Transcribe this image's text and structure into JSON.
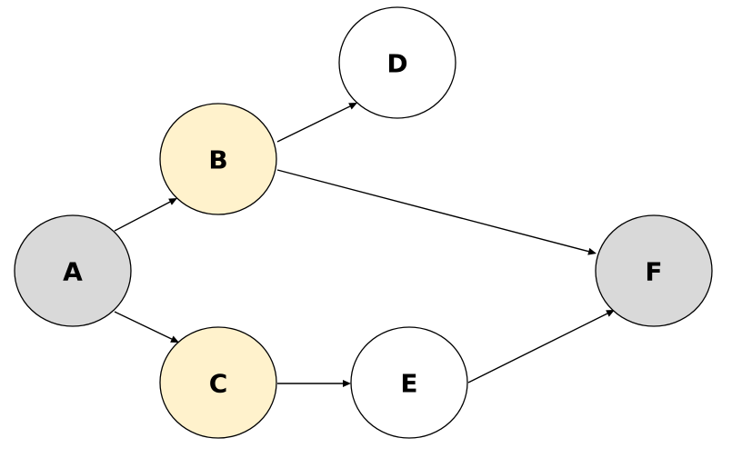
{
  "diagram": {
    "type": "directed-graph",
    "nodes": [
      {
        "id": "A",
        "label": "A",
        "fill": "#d9d9d9"
      },
      {
        "id": "B",
        "label": "B",
        "fill": "#fff2cc"
      },
      {
        "id": "C",
        "label": "C",
        "fill": "#fff2cc"
      },
      {
        "id": "D",
        "label": "D",
        "fill": "#ffffff"
      },
      {
        "id": "E",
        "label": "E",
        "fill": "#ffffff"
      },
      {
        "id": "F",
        "label": "F",
        "fill": "#d9d9d9"
      }
    ],
    "edges": [
      {
        "from": "A",
        "to": "B"
      },
      {
        "from": "A",
        "to": "C"
      },
      {
        "from": "B",
        "to": "D"
      },
      {
        "from": "B",
        "to": "F"
      },
      {
        "from": "C",
        "to": "E"
      },
      {
        "from": "E",
        "to": "F"
      }
    ],
    "colors": {
      "stroke": "#000000",
      "highlight": "#fff2cc",
      "endpoint": "#d9d9d9",
      "plain": "#ffffff"
    }
  }
}
